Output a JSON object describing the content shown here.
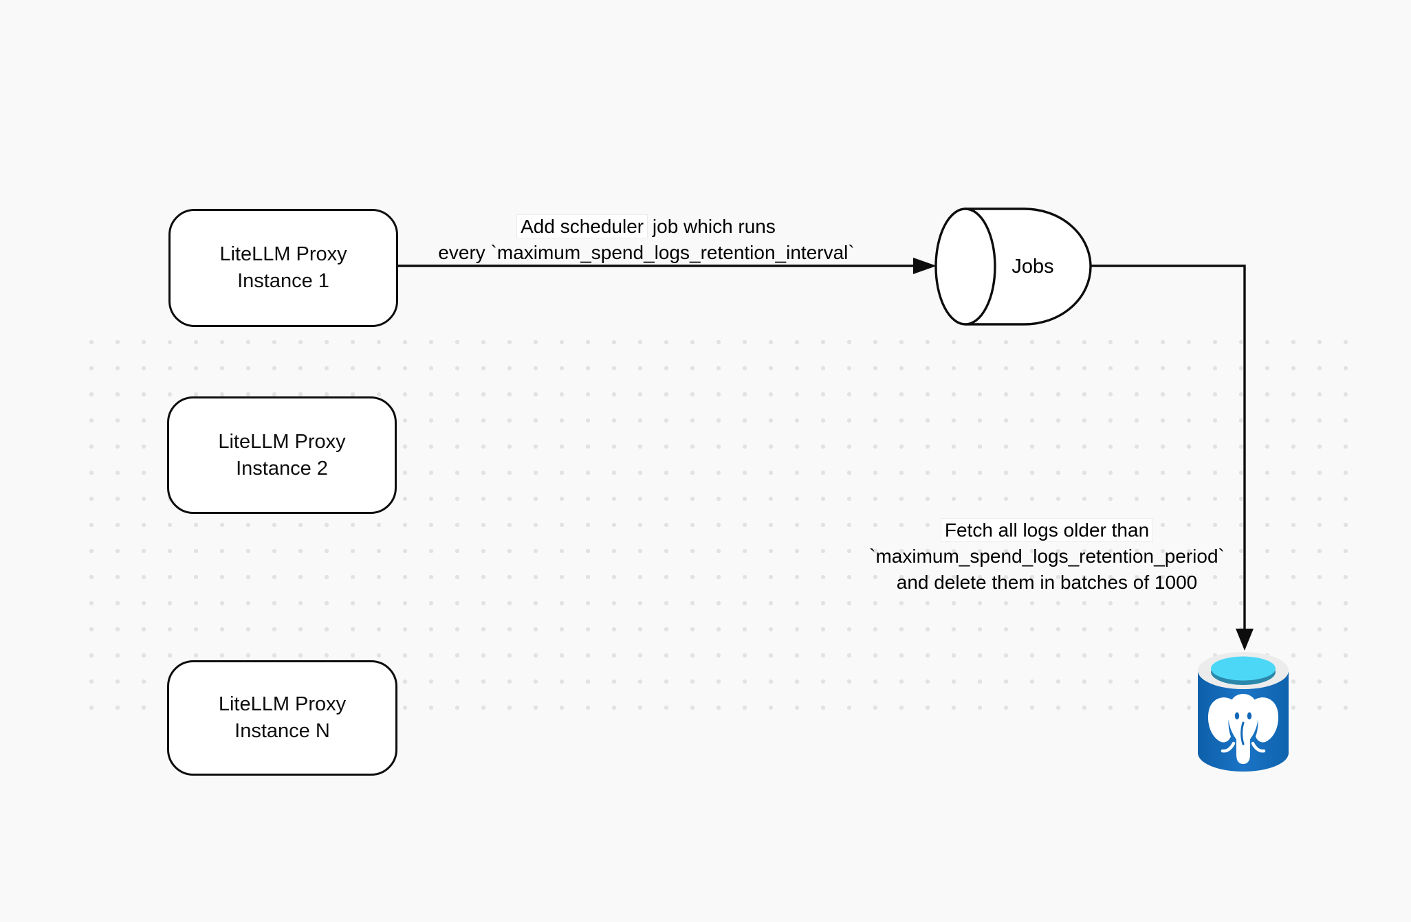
{
  "canvas": {
    "background_color": "#f9f9f9",
    "dot_grid_color": "#e2e2e2",
    "stroke_color": "#0d0d0d"
  },
  "nodes": {
    "proxy1": {
      "lines": [
        "LiteLLM Proxy",
        "Instance 1"
      ]
    },
    "proxy2": {
      "lines": [
        "LiteLLM Proxy",
        "Instance 2"
      ]
    },
    "proxyN": {
      "lines": [
        "LiteLLM Proxy",
        "Instance N"
      ]
    },
    "jobs": {
      "label": "Jobs",
      "shape": "horizontal-cylinder"
    },
    "postgres": {
      "icon": "postgresql-database-icon",
      "colors": {
        "body_blue": "#1268b6",
        "rim_gray": "#ececec",
        "opening_cyan": "#4dd7f7",
        "opening_shadow_teal": "#2a88ab",
        "elephant_white": "#ffffff"
      }
    }
  },
  "edges": {
    "proxy1_to_jobs": {
      "label_highlight": "Add scheduler",
      "label_line1_rest": " job which runs",
      "label_line2": "every `maximum_spend_logs_retention_interval`"
    },
    "jobs_to_postgres": {
      "label_line1": "Fetch all logs older than",
      "label_line2": "`maximum_spend_logs_retention_period`",
      "label_line3": "and delete them in batches of 1000"
    }
  }
}
